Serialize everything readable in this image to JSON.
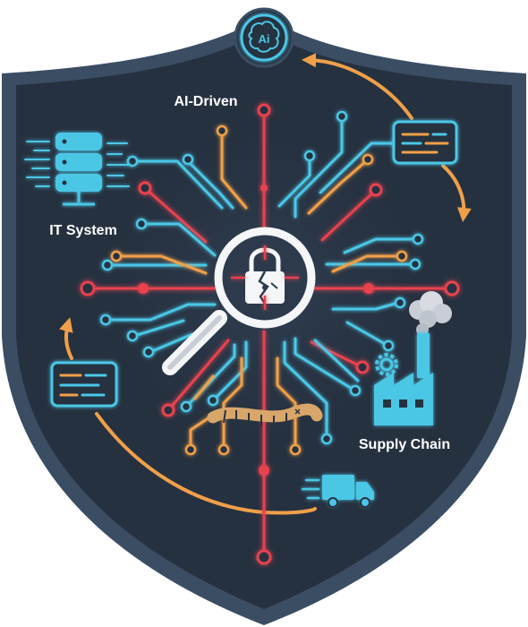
{
  "labels": {
    "ai_badge": "Ai",
    "ai_driven": "AI-Driven",
    "it_system": "IT System",
    "supply_chain": "Supply Chain"
  },
  "colors": {
    "shield_fill": "#263140",
    "shield_border": "#3a4d63",
    "cyan": "#4cc7e6",
    "red": "#e8424f",
    "orange": "#f0a04a",
    "tan": "#d9a66a",
    "white": "#f4f6f8"
  },
  "icons": [
    "brain-ai-icon",
    "database-server-icon",
    "chat-log-icon",
    "magnifier-icon",
    "broken-lock-icon",
    "worm-bug-icon",
    "factory-icon",
    "gear-icon",
    "smoke-cloud-icon",
    "delivery-truck-icon"
  ]
}
